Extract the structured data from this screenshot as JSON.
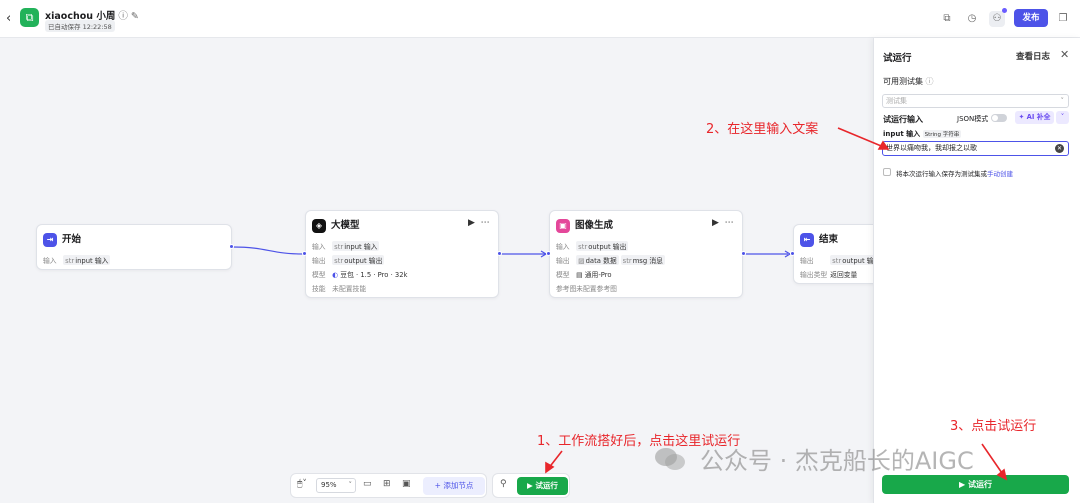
{
  "header": {
    "back": "‹",
    "app_name": "xiaochou 小周",
    "saved": "已自动保存 12:22:58",
    "publish": "发布"
  },
  "nodes": {
    "start": {
      "title": "开始",
      "in_label": "输入",
      "var_type": "str",
      "var": "input",
      "var_desc": "输入"
    },
    "llm": {
      "title": "大模型",
      "in_label": "输入",
      "in_type": "str",
      "in_var": "input",
      "in_desc": "输入",
      "out_label": "输出",
      "out_type": "str",
      "out_var": "output",
      "out_desc": "输出",
      "model_label": "模型",
      "model": "豆包 · 1.5 · Pro · 32k",
      "skill_label": "技能",
      "skill": "未配置技能"
    },
    "image": {
      "title": "图像生成",
      "in_label": "输入",
      "in_type": "str",
      "in_var": "output",
      "in_desc": "输出",
      "out_label": "输出",
      "out_var1": "data",
      "out_desc1": "数据",
      "out_type2": "str",
      "out_var2": "msg",
      "out_desc2": "消息",
      "model_label": "模型",
      "model": "通用-Pro",
      "ref_label": "参考图",
      "ref": "未配置参考图"
    },
    "end": {
      "title": "结束",
      "out_label": "输出",
      "out_type": "str",
      "out_var": "output",
      "out_desc": "输",
      "type_label": "输出类型",
      "type_val": "返回变量"
    }
  },
  "toolbar": {
    "zoom": "95%",
    "add_node": "+ 添加节点",
    "run": "▶ 试运行"
  },
  "panel": {
    "title": "试运行",
    "log": "查看日志",
    "test_set_label": "可用测试集",
    "test_set_placeholder": "测试集",
    "run_input_label": "试运行输入",
    "json_mode": "JSON模式",
    "ai_fill": "✦ AI 补全",
    "input_label": "input  输入",
    "input_type": "String 字符串",
    "input_value": "世界以痛吻我，我却报之以歌",
    "save_text": "将本次运行输入保存为测试集或",
    "save_link": "手动创建",
    "run_button": "▶ 试运行"
  },
  "annotations": {
    "step1": "1、工作流搭好后，点击这里试运行",
    "step2": "2、在这里输入文案",
    "step3": "3、点击试运行"
  },
  "watermark": "公众号 · 杰克船长的AIGC",
  "colors": {
    "accent": "#4d53e8",
    "run_green": "#18a84a",
    "annotation_red": "#e8262b"
  }
}
